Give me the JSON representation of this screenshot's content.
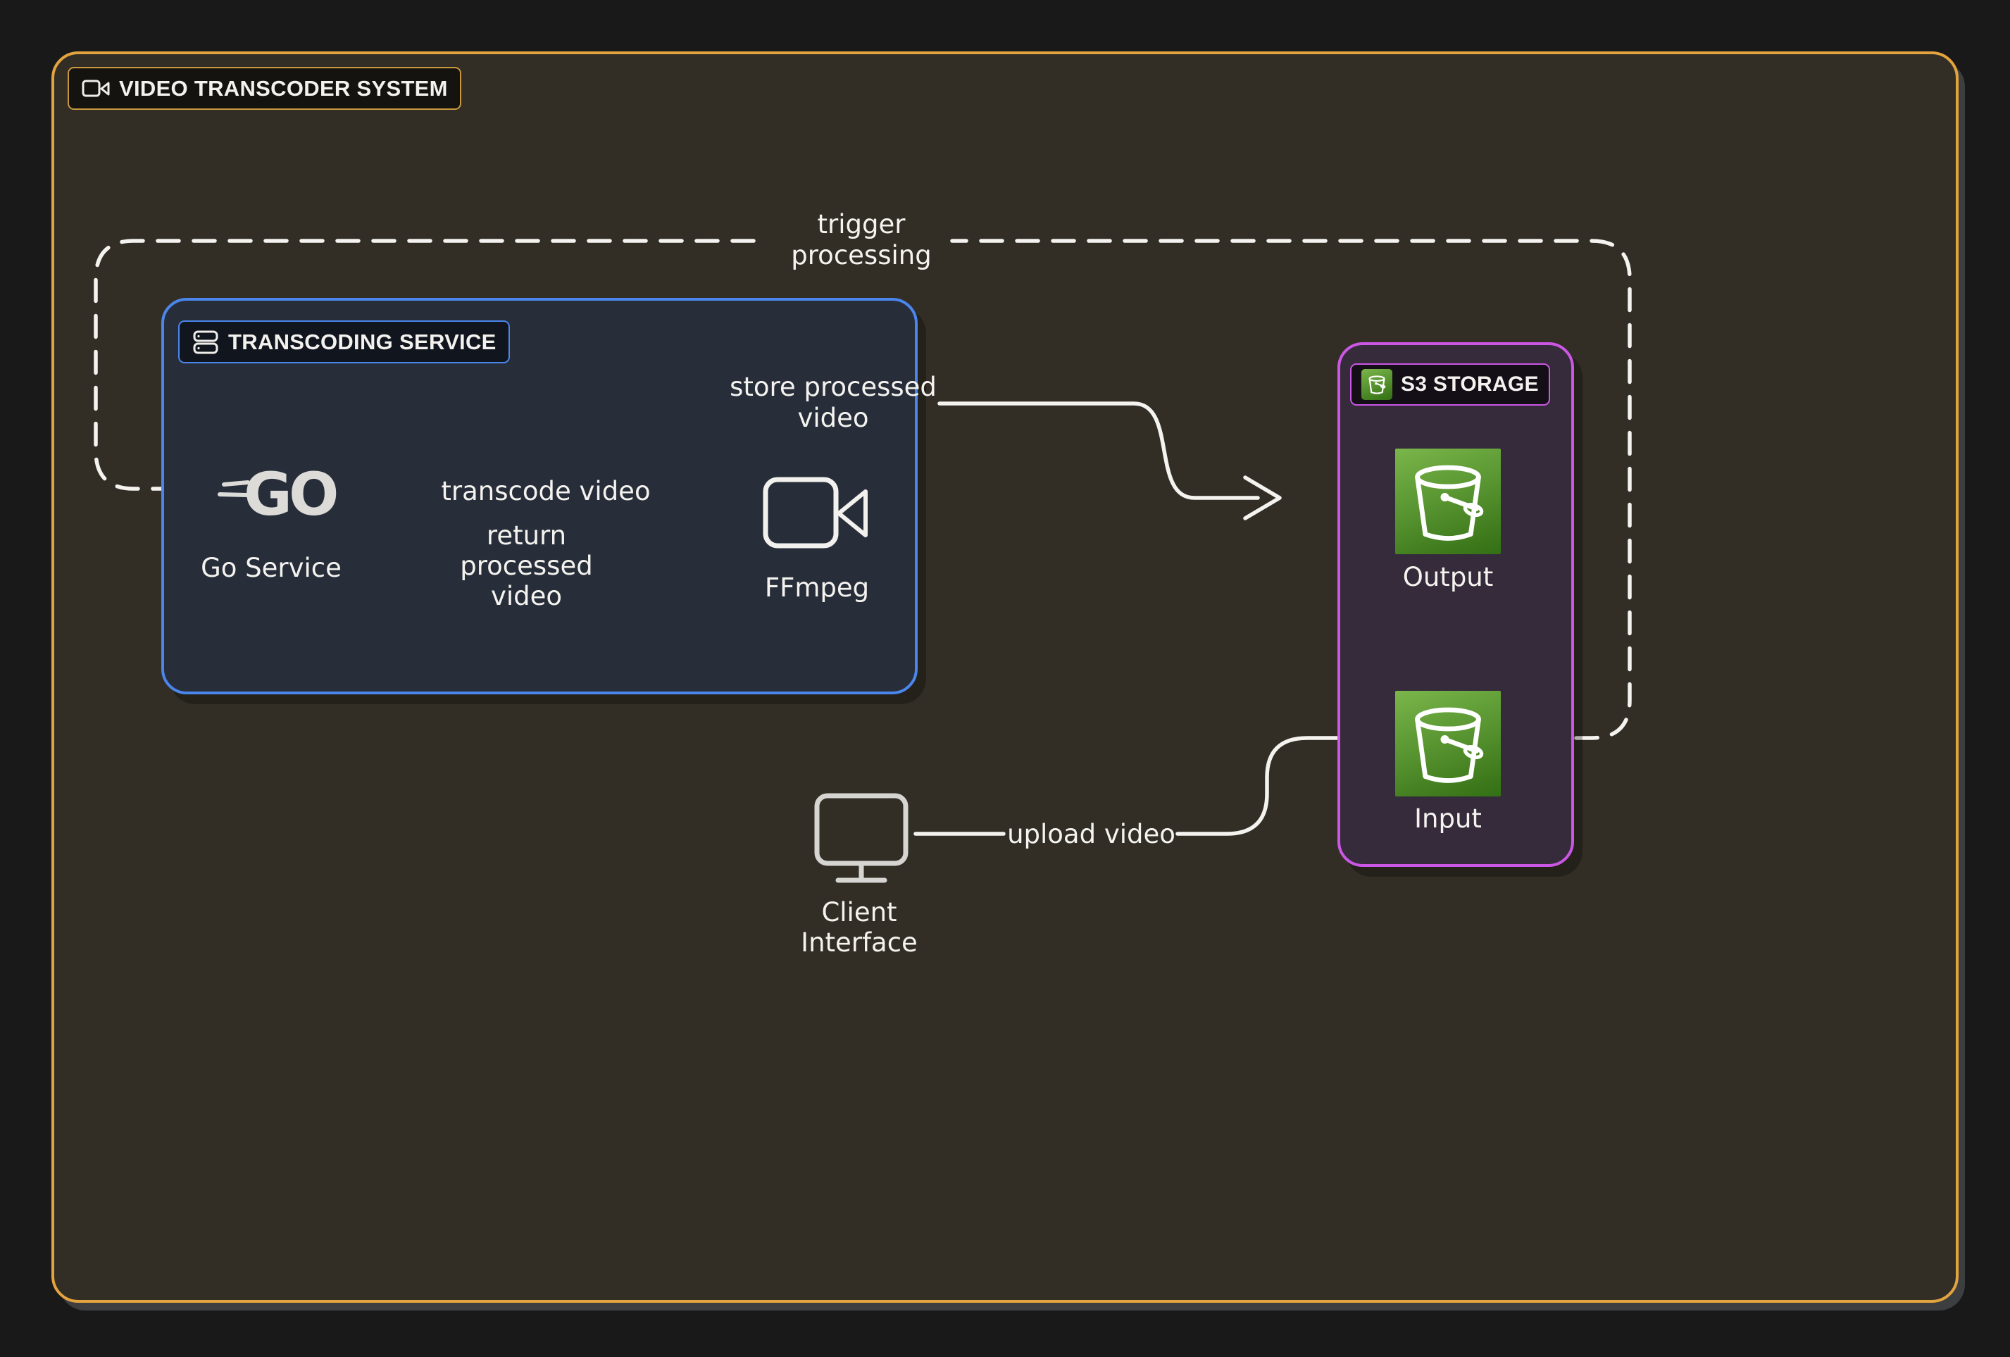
{
  "title": {
    "icon": "video-camera-icon",
    "text": "VIDEO TRANSCODER SYSTEM"
  },
  "groups": {
    "transcoding": {
      "icon": "server-stack-icon",
      "label": "TRANSCODING SERVICE"
    },
    "s3": {
      "icon": "s3-bucket-icon",
      "label": "S3 STORAGE"
    }
  },
  "nodes": {
    "go": {
      "logo_text": "GO",
      "label": "Go Service"
    },
    "ffmpeg": {
      "icon": "video-camera-icon",
      "label": "FFmpeg"
    },
    "output": {
      "icon": "s3-bucket-icon",
      "label": "Output"
    },
    "input": {
      "icon": "s3-bucket-icon",
      "label": "Input"
    },
    "client": {
      "icon": "monitor-icon",
      "label_line1": "Client",
      "label_line2": "Interface"
    }
  },
  "edges": {
    "trigger": {
      "from": "Input",
      "to": "Go Service",
      "style": "dashed",
      "label_line1": "trigger",
      "label_line2": "processing"
    },
    "transcode": {
      "from": "Go Service",
      "to": "FFmpeg",
      "style": "solid",
      "label": "transcode video"
    },
    "return": {
      "from": "FFmpeg",
      "to": "Go Service",
      "style": "solid",
      "label_line1": "return",
      "label_line2": "processed",
      "label_line3": "video"
    },
    "store": {
      "from": "Go Service",
      "to": "Output",
      "style": "solid",
      "label_line1": "store processed",
      "label_line2": "video"
    },
    "upload": {
      "from": "Client Interface",
      "to": "Input",
      "style": "solid",
      "label": "upload video"
    }
  },
  "colors": {
    "page_bg": "#191919",
    "frame_bg": "#322e26",
    "frame_border": "#e3a33f",
    "transcoding_bg": "#272e3a",
    "transcoding_border": "#4a86ec",
    "s3_bg": "#352b3b",
    "s3_border": "#cb57e4",
    "badge_bg": "#15130f",
    "wire": "#f5f3ef",
    "text": "#f5f3ef",
    "bucket_green_light": "#7ab64a",
    "bucket_green_dark": "#336f14"
  }
}
